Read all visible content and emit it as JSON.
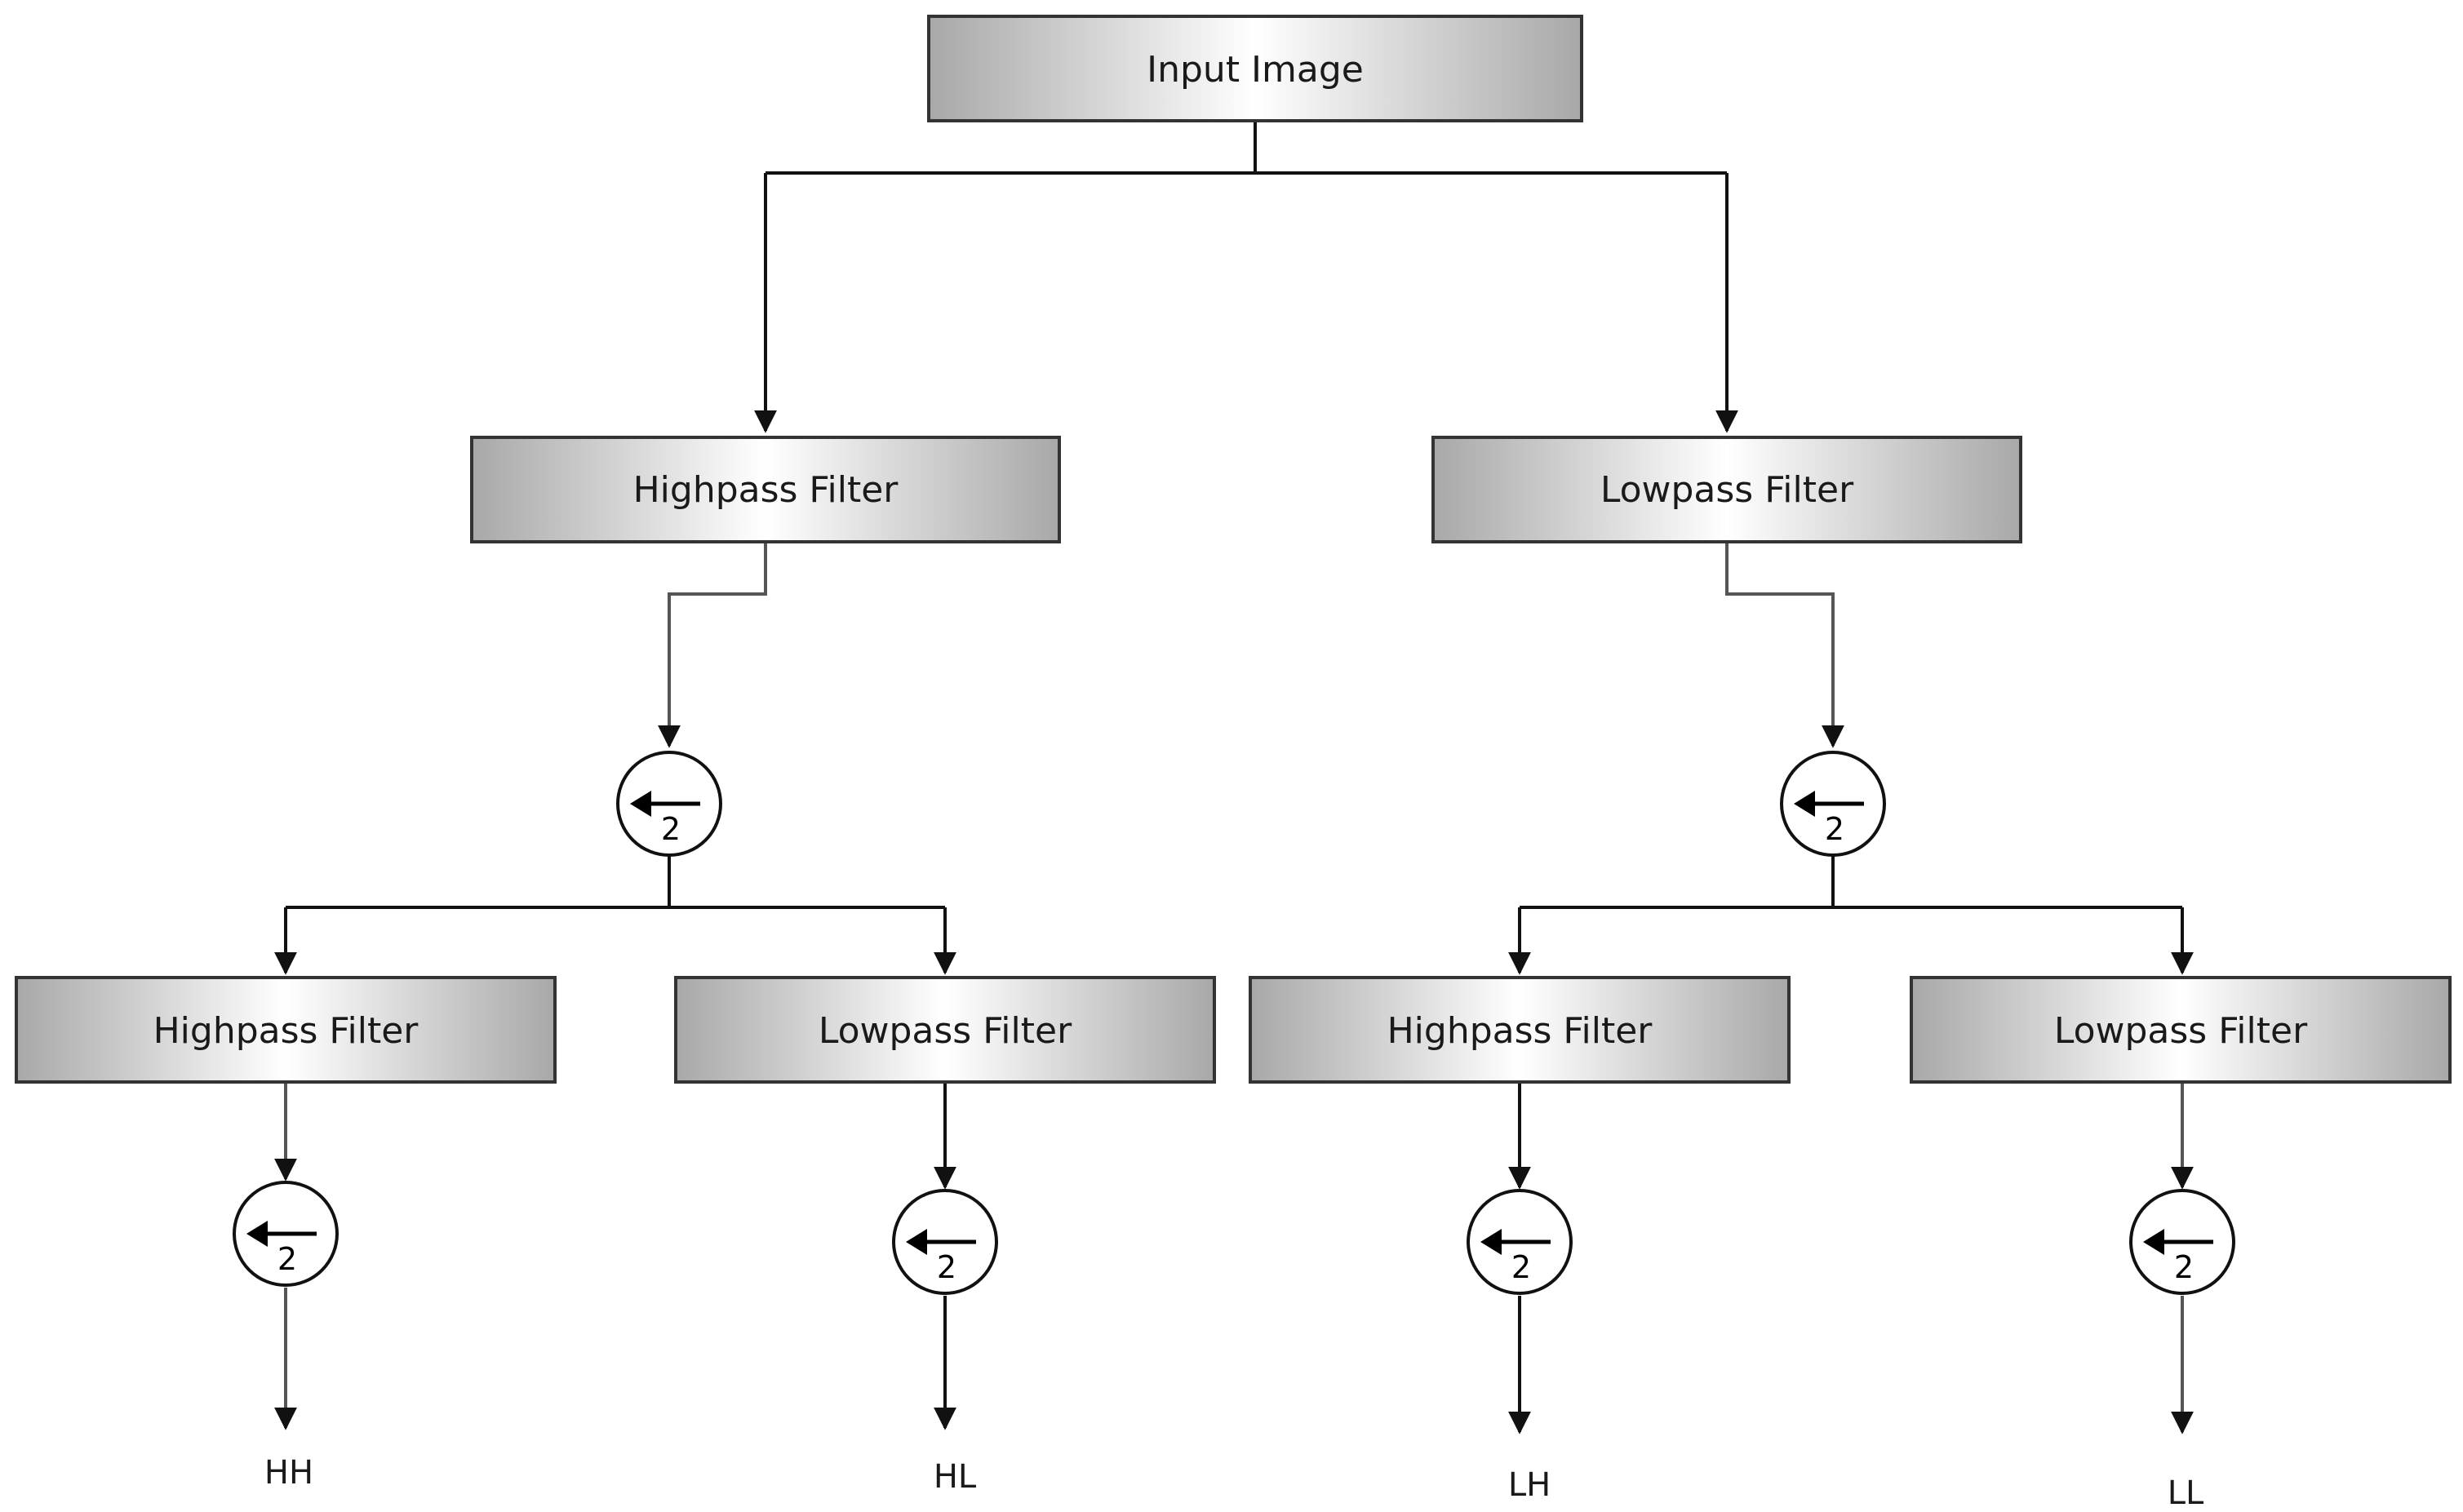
{
  "colors": {
    "box_gradient_edge": "#a8a8a8",
    "box_gradient_center": "#ffffff",
    "line": "#111111"
  },
  "nodes": {
    "input": "Input Image",
    "l1_high": "Highpass Filter",
    "l1_low": "Lowpass Filter",
    "l2_high_high": "Highpass Filter",
    "l2_high_low": "Lowpass Filter",
    "l2_low_high": "Highpass Filter",
    "l2_low_low": "Lowpass Filter"
  },
  "downsample": {
    "factor": "2",
    "icon": "downsample-arrow-left-icon"
  },
  "outputs": {
    "hh": "HH",
    "hl": "HL",
    "lh": "LH",
    "ll": "LL"
  }
}
